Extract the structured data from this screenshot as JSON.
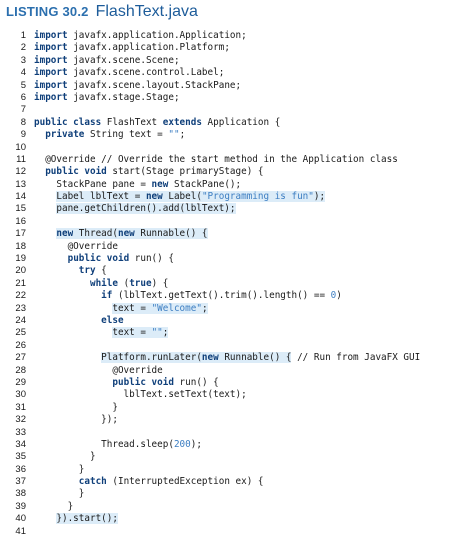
{
  "listing": {
    "label": "LISTING 30.2",
    "filename": "FlashText.java"
  },
  "code_lines": [
    {
      "n": "1",
      "segs": [
        {
          "t": "import",
          "k": "kw"
        },
        {
          "t": " javafx.application.Application;"
        }
      ]
    },
    {
      "n": "2",
      "segs": [
        {
          "t": "import",
          "k": "kw"
        },
        {
          "t": " javafx.application.Platform;"
        }
      ]
    },
    {
      "n": "3",
      "segs": [
        {
          "t": "import",
          "k": "kw"
        },
        {
          "t": " javafx.scene.Scene;"
        }
      ]
    },
    {
      "n": "4",
      "segs": [
        {
          "t": "import",
          "k": "kw"
        },
        {
          "t": " javafx.scene.control.Label;"
        }
      ]
    },
    {
      "n": "5",
      "segs": [
        {
          "t": "import",
          "k": "kw"
        },
        {
          "t": " javafx.scene.layout.StackPane;"
        }
      ]
    },
    {
      "n": "6",
      "segs": [
        {
          "t": "import",
          "k": "kw"
        },
        {
          "t": " javafx.stage.Stage;"
        }
      ]
    },
    {
      "n": "7",
      "segs": []
    },
    {
      "n": "8",
      "segs": [
        {
          "t": "public class",
          "k": "kw"
        },
        {
          "t": " FlashText "
        },
        {
          "t": "extends",
          "k": "kw"
        },
        {
          "t": " Application {"
        }
      ]
    },
    {
      "n": "9",
      "segs": [
        {
          "t": "  "
        },
        {
          "t": "private",
          "k": "kw"
        },
        {
          "t": " String text = "
        },
        {
          "t": "\"\"",
          "k": "str"
        },
        {
          "t": ";"
        }
      ]
    },
    {
      "n": "10",
      "segs": []
    },
    {
      "n": "11",
      "segs": [
        {
          "t": "  @Override // Override the start method in the Application class"
        }
      ]
    },
    {
      "n": "12",
      "segs": [
        {
          "t": "  "
        },
        {
          "t": "public void",
          "k": "kw"
        },
        {
          "t": " start(Stage primaryStage) {"
        }
      ]
    },
    {
      "n": "13",
      "segs": [
        {
          "t": "    StackPane pane = "
        },
        {
          "t": "new",
          "k": "kw"
        },
        {
          "t": " StackPane();"
        }
      ]
    },
    {
      "n": "14",
      "segs": [
        {
          "t": "    "
        },
        {
          "t": "Label lblText = ",
          "h": true
        },
        {
          "t": "new",
          "k": "kw",
          "h": true
        },
        {
          "t": " Label(",
          "h": true
        },
        {
          "t": "\"Programming is fun\"",
          "k": "str",
          "h": true
        },
        {
          "t": ");",
          "h": true
        }
      ]
    },
    {
      "n": "15",
      "segs": [
        {
          "t": "    "
        },
        {
          "t": "pane.getChildren().add(lblText);",
          "h": true
        }
      ]
    },
    {
      "n": "16",
      "segs": []
    },
    {
      "n": "17",
      "segs": [
        {
          "t": "    "
        },
        {
          "t": "new",
          "k": "kw",
          "h": true
        },
        {
          "t": " Thread(",
          "h": true
        },
        {
          "t": "new",
          "k": "kw",
          "h": true
        },
        {
          "t": " Runnable() {",
          "h": true
        }
      ]
    },
    {
      "n": "18",
      "segs": [
        {
          "t": "      @Override"
        }
      ]
    },
    {
      "n": "19",
      "segs": [
        {
          "t": "      "
        },
        {
          "t": "public void",
          "k": "kw"
        },
        {
          "t": " run() {"
        }
      ]
    },
    {
      "n": "20",
      "segs": [
        {
          "t": "        "
        },
        {
          "t": "try",
          "k": "kw"
        },
        {
          "t": " {"
        }
      ]
    },
    {
      "n": "21",
      "segs": [
        {
          "t": "          "
        },
        {
          "t": "while",
          "k": "kw"
        },
        {
          "t": " ("
        },
        {
          "t": "true",
          "k": "kw"
        },
        {
          "t": ") {"
        }
      ]
    },
    {
      "n": "22",
      "segs": [
        {
          "t": "            "
        },
        {
          "t": "if",
          "k": "kw"
        },
        {
          "t": " (lblText.getText().trim().length() == "
        },
        {
          "t": "0",
          "k": "num"
        },
        {
          "t": ")"
        }
      ]
    },
    {
      "n": "23",
      "segs": [
        {
          "t": "              "
        },
        {
          "t": "text = ",
          "h": true
        },
        {
          "t": "\"Welcome\"",
          "k": "str",
          "h": true
        },
        {
          "t": ";",
          "h": true
        }
      ]
    },
    {
      "n": "24",
      "segs": [
        {
          "t": "            "
        },
        {
          "t": "else",
          "k": "kw"
        }
      ]
    },
    {
      "n": "25",
      "segs": [
        {
          "t": "              "
        },
        {
          "t": "text = ",
          "h": true
        },
        {
          "t": "\"\"",
          "k": "str",
          "h": true
        },
        {
          "t": ";",
          "h": true
        }
      ]
    },
    {
      "n": "26",
      "segs": []
    },
    {
      "n": "27",
      "segs": [
        {
          "t": "            "
        },
        {
          "t": "Platform.runLater(",
          "h": true
        },
        {
          "t": "new",
          "k": "kw",
          "h": true
        },
        {
          "t": " Runnable() {",
          "h": true
        },
        {
          "t": " // Run from JavaFX GUI"
        }
      ]
    },
    {
      "n": "28",
      "segs": [
        {
          "t": "              @Override"
        }
      ]
    },
    {
      "n": "29",
      "segs": [
        {
          "t": "              "
        },
        {
          "t": "public void",
          "k": "kw"
        },
        {
          "t": " run() {"
        }
      ]
    },
    {
      "n": "30",
      "segs": [
        {
          "t": "                lblText.setText(text);"
        }
      ]
    },
    {
      "n": "31",
      "segs": [
        {
          "t": "              }"
        }
      ]
    },
    {
      "n": "32",
      "segs": [
        {
          "t": "            });"
        }
      ]
    },
    {
      "n": "33",
      "segs": []
    },
    {
      "n": "34",
      "segs": [
        {
          "t": "            Thread.sleep("
        },
        {
          "t": "200",
          "k": "num"
        },
        {
          "t": ");"
        }
      ]
    },
    {
      "n": "35",
      "segs": [
        {
          "t": "          }"
        }
      ]
    },
    {
      "n": "36",
      "segs": [
        {
          "t": "        }"
        }
      ]
    },
    {
      "n": "37",
      "segs": [
        {
          "t": "        "
        },
        {
          "t": "catch",
          "k": "kw"
        },
        {
          "t": " (InterruptedException ex) {"
        }
      ]
    },
    {
      "n": "38",
      "segs": [
        {
          "t": "        }"
        }
      ]
    },
    {
      "n": "39",
      "segs": [
        {
          "t": "      }"
        }
      ]
    },
    {
      "n": "40",
      "segs": [
        {
          "t": "    "
        },
        {
          "t": "}).start();",
          "h": true
        }
      ]
    },
    {
      "n": "41",
      "segs": []
    }
  ],
  "colors": {
    "label": "#2b6fae",
    "title": "#1d5c9a",
    "keyword": "#0f3f7a",
    "string": "#3d7ec2",
    "highlight": "#dcecf8"
  }
}
